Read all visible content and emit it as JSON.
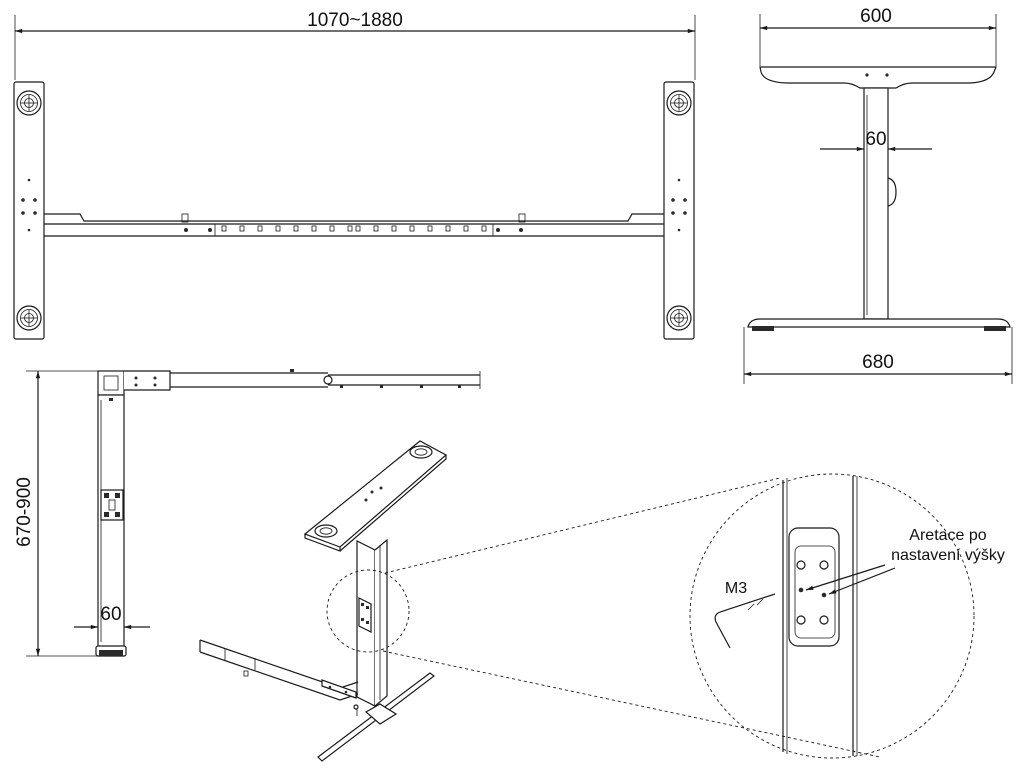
{
  "dimensions": {
    "top_width": "1070~1880",
    "side_top_width": "600",
    "side_column_width": "60",
    "side_base_width": "680",
    "front_height": "670-900",
    "front_column_width": "60"
  },
  "detail": {
    "label_tool": "M3",
    "label_lock_line1": "Aretace po",
    "label_lock_line2": "nastavení výšky"
  }
}
